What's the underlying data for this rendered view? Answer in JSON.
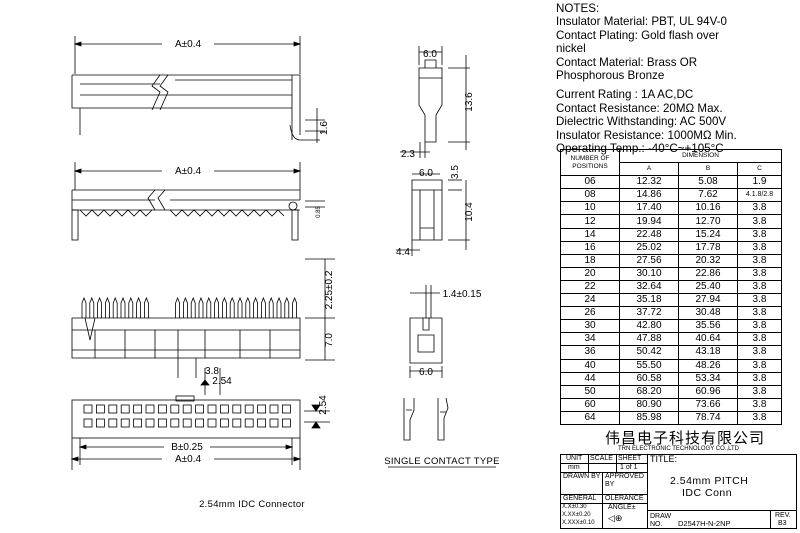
{
  "notes": {
    "heading": "NOTES:",
    "lines": [
      "Insulator Material: PBT, UL 94V-0",
      "Contact Plating: Gold flash over",
      "nickel",
      "Contact Material: Brass OR",
      "Phosphorous Bronze",
      "",
      "Current   Rating : 1A AC,DC",
      "Contact Resistance:     20MΩ  Max.",
      "Dielectric Withstanding: AC 500V",
      "Insulator Resistance:    1000MΩ  Min.",
      "Operating Temp.: -40°C~+105°C"
    ]
  },
  "drawing_labels": {
    "a_top": "A±0.4",
    "a_mid": "A±0.4",
    "a_bottom": "A±0.4",
    "b": "B±0.25",
    "dim_1_6": "1.6",
    "dim_0_85": "0.85",
    "dim_2_25": "2.25±0.2",
    "dim_7_0": "7.0",
    "dim_3_8": "3.8",
    "dim_2_54_h": "2.54",
    "dim_2_54_v": "2.54",
    "dim_6_0_a": "6.0",
    "dim_13_6": "13.6",
    "dim_2_3": "2.3",
    "dim_6_0_b": "6.0",
    "dim_3_5": "3.5",
    "dim_10_4": "10.4",
    "dim_4_4": "4.4",
    "dim_1_4": "1.4±0.15",
    "dim_6_0_c": "6.0",
    "single_contact": "SINGLE CONTACT TYPE",
    "caption": "2.54mm IDC Connector"
  },
  "dimension_table": {
    "header_positions": "NUMBER OF POSITIONS",
    "header_dimension": "DIMENSION",
    "cols": [
      "A",
      "B",
      "C"
    ],
    "rows": [
      [
        "06",
        "12.32",
        "5.08",
        "1.9"
      ],
      [
        "08",
        "14.86",
        "7.62",
        "4.1.8/2.8"
      ],
      [
        "10",
        "17.40",
        "10.16",
        "3.8"
      ],
      [
        "12",
        "19.94",
        "12.70",
        "3.8"
      ],
      [
        "14",
        "22.48",
        "15.24",
        "3.8"
      ],
      [
        "16",
        "25.02",
        "17.78",
        "3.8"
      ],
      [
        "18",
        "27.56",
        "20.32",
        "3.8"
      ],
      [
        "20",
        "30.10",
        "22.86",
        "3.8"
      ],
      [
        "22",
        "32.64",
        "25.40",
        "3.8"
      ],
      [
        "24",
        "35.18",
        "27.94",
        "3.8"
      ],
      [
        "26",
        "37.72",
        "30.48",
        "3.8"
      ],
      [
        "30",
        "42.80",
        "35.56",
        "3.8"
      ],
      [
        "34",
        "47.88",
        "40.64",
        "3.8"
      ],
      [
        "36",
        "50.42",
        "43.18",
        "3.8"
      ],
      [
        "40",
        "55.50",
        "48.26",
        "3.8"
      ],
      [
        "44",
        "60.58",
        "53.34",
        "3.8"
      ],
      [
        "50",
        "68.20",
        "60.96",
        "3.8"
      ],
      [
        "60",
        "80.90",
        "73.66",
        "3.8"
      ],
      [
        "64",
        "85.98",
        "78.74",
        "3.8"
      ]
    ]
  },
  "title_block": {
    "company_cn": "伟昌电子科技有限公司",
    "company_en": "TRN ELECTRONIC TECHNOLOGY CO.,LTD",
    "unit_label": "UNIT",
    "scale_label": "SCALE",
    "sheet_label": "SHEET",
    "title_label": "TITLE:",
    "unit_value": "mm",
    "sheet_value": "1 of 1",
    "drawn_by": "DRAWN BY",
    "approved_by": "APPROVED BY",
    "title_line1": "2.54mm PITCH",
    "title_line2": "IDC Conn",
    "general": "GENERAL",
    "tolerance": "OLERANCE",
    "tol_1": "X.X±0.30",
    "tol_2": "X.XX±0.20",
    "tol_3": "X.XXX±0.10",
    "angle": "ANGLE±",
    "draw_no_label": "DRAW NO.",
    "draw_no": "D2547H-N-2NP",
    "rev_label": "REV.",
    "rev_value": "B3"
  }
}
